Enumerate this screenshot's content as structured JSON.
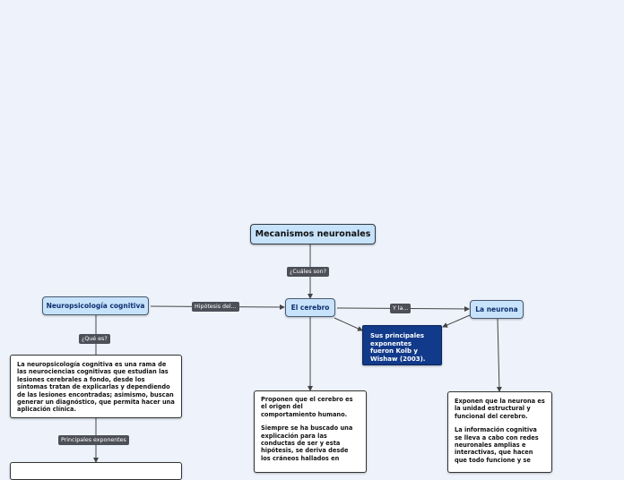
{
  "map": {
    "root": "Mecanismos  neuronales",
    "topics": {
      "neuro": "Neuropsicología cognitiva",
      "cerebro": "El cerebro",
      "neurona": "La neurona"
    },
    "exponents": "Sus principales exponentes fueron Kolb y Wishaw (2003).",
    "labels": {
      "cuales": "¿Cuáles son?",
      "hipotesis": "Hipótesis del...",
      "yla": "Y la...",
      "que_es": "¿Qué es?",
      "principales": "Principales exponentes"
    },
    "notes": {
      "neuro": "La neuropsicología cognitiva es una rama de las neurociencias cognitivas que estudian las lesiones cerebrales a fondo, desde los síntomas tratan de explicarlas y dependiendo de las lesiones encontradas; asimismo, buscan generar un diagnóstico, que permita hacer una aplicación clínica.",
      "cerebro_p1": "Proponen que el cerebro es el origen del comportamiento humano.",
      "cerebro_p2": "Siempre se ha buscado una explicación para las conductas de ser y esta hipótesis, se deriva desde los cráneos hallados en",
      "neurona_p1": "Exponen que la neurona es la unidad estructural y funcional del cerebro.",
      "neurona_p2": "La información cognitiva se lleva a cabo con redes neuronales amplias e interactivas, que hacen que todo funcione y se"
    }
  }
}
